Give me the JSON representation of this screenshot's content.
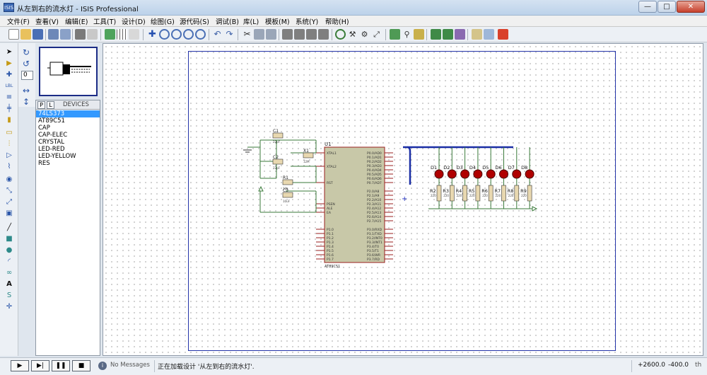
{
  "window": {
    "icon_text": "ISIS",
    "title": "从左到右的流水灯 - ISIS Professional",
    "minimize": "—",
    "maximize": "□",
    "close": "✕"
  },
  "menu": [
    "文件(F)",
    "查看(V)",
    "编辑(E)",
    "工具(T)",
    "设计(D)",
    "绘图(G)",
    "源代码(S)",
    "调试(B)",
    "库(L)",
    "模板(M)",
    "系统(Y)",
    "帮助(H)"
  ],
  "zoom_value": "0",
  "devices": {
    "p_label": "P",
    "l_label": "L",
    "header": "DEVICES",
    "items": [
      "74LS373",
      "AT89C51",
      "CAP",
      "CAP-ELEC",
      "CRYSTAL",
      "LED-RED",
      "LED-YELLOW",
      "RES"
    ],
    "selected_index": 0
  },
  "schematic": {
    "mcu_ref": "U1",
    "mcu_part": "AT89C51",
    "xtal_pins": [
      "XTAL1",
      "XTAL2",
      "RST"
    ],
    "ctrl_pins": [
      "PSEN",
      "ALE",
      "EA"
    ],
    "p0_pins": [
      "P0.0/AD0",
      "P0.1/AD1",
      "P0.2/AD2",
      "P0.3/AD3",
      "P0.4/AD4",
      "P0.5/AD5",
      "P0.6/AD6",
      "P0.7/AD7"
    ],
    "p2_pins": [
      "P2.0/A8",
      "P2.1/A9",
      "P2.2/A10",
      "P2.3/A11",
      "P2.4/A12",
      "P2.5/A13",
      "P2.6/A14",
      "P2.7/A15"
    ],
    "p1_pins": [
      "P1.0",
      "P1.1",
      "P1.2",
      "P1.3",
      "P1.4",
      "P1.5",
      "P1.6",
      "P1.7"
    ],
    "p3_pins": [
      "P3.0/RXD",
      "P3.1/TXD",
      "P3.2/INT0",
      "P3.3/INT1",
      "P3.4/T0",
      "P3.5/T1",
      "P3.6/WR",
      "P3.7/RD"
    ],
    "left_parts": [
      {
        "ref": "C1",
        "val": "22pF"
      },
      {
        "ref": "C2",
        "val": "22pF"
      },
      {
        "ref": "X1",
        "val": "12M"
      },
      {
        "ref": "R1",
        "val": "10k"
      },
      {
        "ref": "C3",
        "val": "10uF"
      }
    ],
    "leds": [
      "D1",
      "D2",
      "D3",
      "D4",
      "D5",
      "D6",
      "D7",
      "D8"
    ],
    "resistors": [
      "R2",
      "R3",
      "R4",
      "R5",
      "R6",
      "R7",
      "R8",
      "R9"
    ],
    "resistor_value": "220",
    "led_color": "#b00000"
  },
  "status": {
    "sim_buttons": [
      "▶",
      "▶|",
      "❚❚",
      "■"
    ],
    "msg_icon": "i",
    "messages": "No Messages",
    "text": "正在加载设计 '从左到右的流水灯'.",
    "coord_x": "+2600.0",
    "coord_y": "-400.0",
    "unit": "th"
  }
}
